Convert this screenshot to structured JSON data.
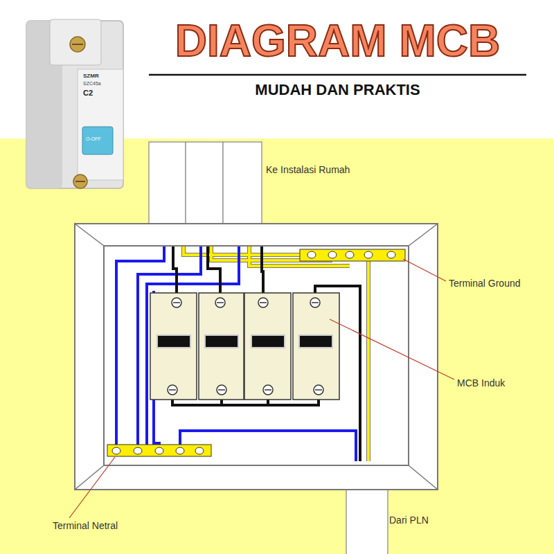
{
  "diagram": {
    "title": "DIAGRAM MCB",
    "labels": [
      "MUDAH DAN PRAKTIS",
      "Ke Instalasi Rumah",
      "Terminal Ground",
      "MCB Induk",
      "Terminal Netral",
      "Dari PLN",
      "SZMR",
      "SZC45a",
      "C2",
      "O-OFF"
    ]
  }
}
